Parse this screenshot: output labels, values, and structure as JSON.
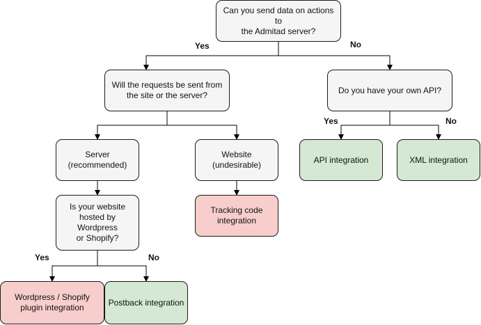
{
  "colors": {
    "question": "#f5f5f5",
    "preferred": "#d5e8d4",
    "discouraged": "#f8cecc",
    "line": "#000000"
  },
  "nodes": {
    "root": {
      "text": "Can you send data on actions to\nthe Admitad server?",
      "kind": "question"
    },
    "requests": {
      "text": "Will the requests be sent from\nthe site or the server?",
      "kind": "question"
    },
    "api_q": {
      "text": "Do you have your own API?",
      "kind": "question"
    },
    "server": {
      "text": "Server\n(recommended)",
      "kind": "question"
    },
    "website": {
      "text": "Website\n(undesirable)",
      "kind": "question"
    },
    "hosted": {
      "text": "Is your website\nhosted by Wordpress\nor Shopify?",
      "kind": "question"
    },
    "tracking": {
      "text": "Tracking code\nintegration",
      "kind": "discouraged"
    },
    "api_int": {
      "text": "API integration",
      "kind": "preferred"
    },
    "xml_int": {
      "text": "XML integration",
      "kind": "preferred"
    },
    "plugin": {
      "text": "Wordpress / Shopify\nplugin integration",
      "kind": "discouraged"
    },
    "postback": {
      "text": "Postback integration",
      "kind": "preferred"
    }
  },
  "edge_labels": {
    "root_yes": "Yes",
    "root_no": "No",
    "api_yes": "Yes",
    "api_no": "No",
    "hosted_yes": "Yes",
    "hosted_no": "No"
  }
}
